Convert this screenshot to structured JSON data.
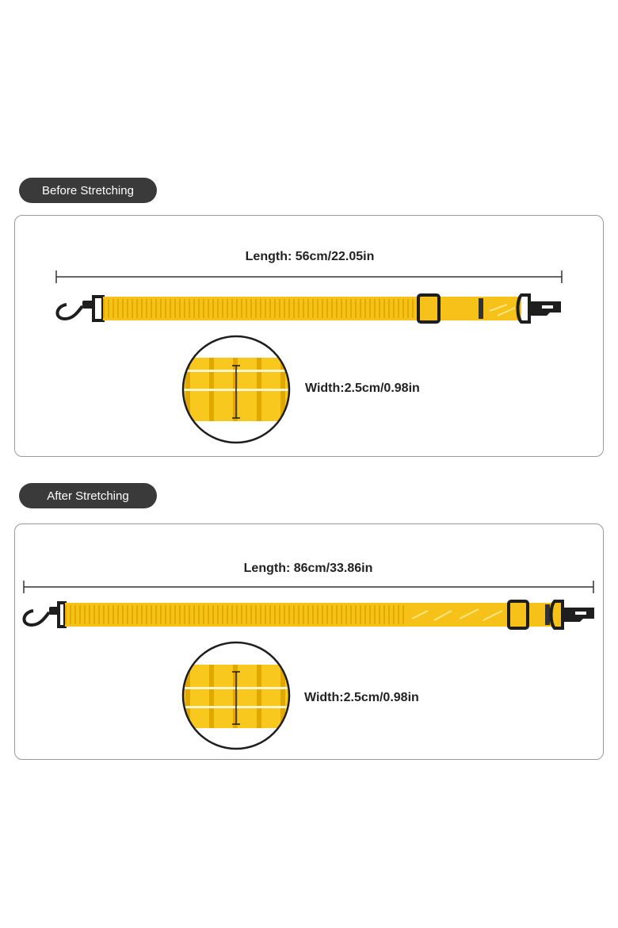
{
  "sections": [
    {
      "badge": "Before Stretching",
      "length_label": "Length: 56cm/22.05in",
      "width_label": "Width:2.5cm/0.98in"
    },
    {
      "badge": "After Stretching",
      "length_label": "Length: 86cm/33.86in",
      "width_label": "Width:2.5cm/0.98in"
    }
  ],
  "colors": {
    "strap": "#f6c21a",
    "strap_dark": "#e0a800",
    "hardware": "#1e1e1e",
    "badge_bg": "#3a3a3a",
    "panel_border": "#9a9a9a"
  }
}
